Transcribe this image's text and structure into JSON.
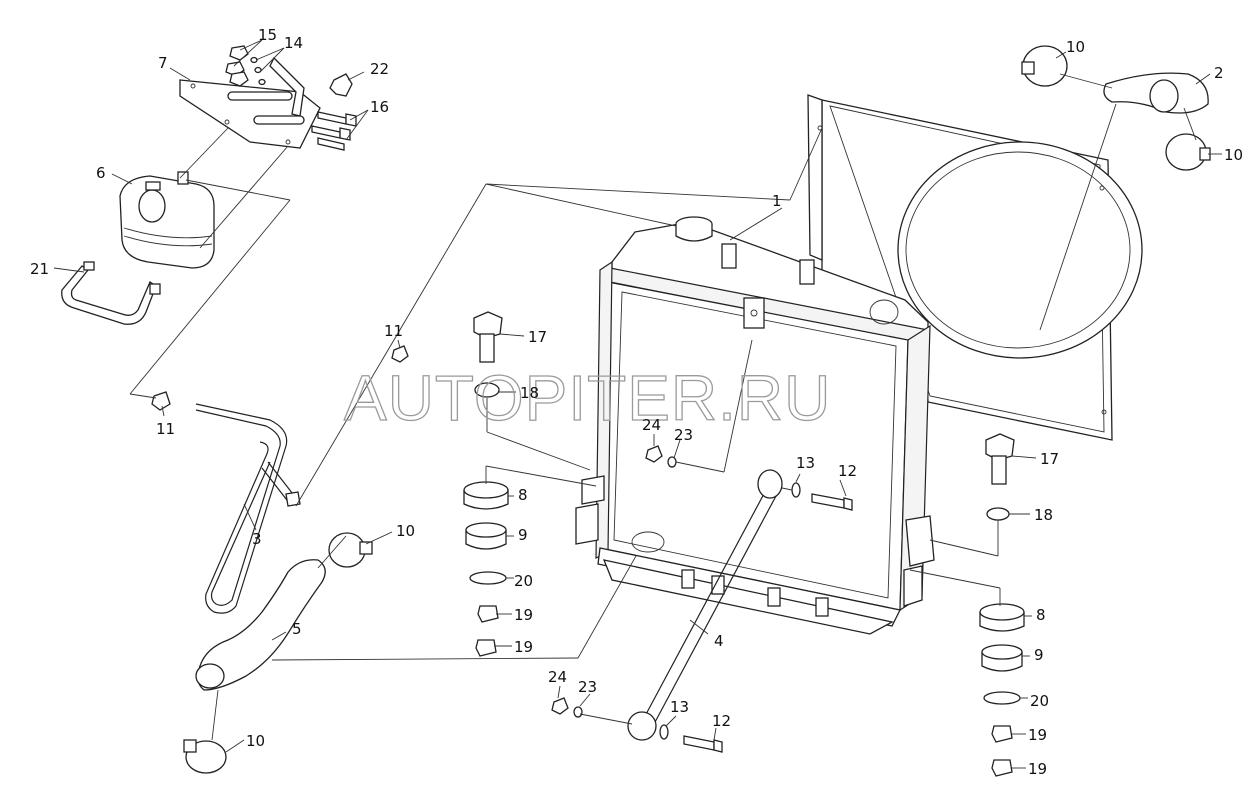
{
  "watermark": "AUTOPITER.RU",
  "callouts": [
    {
      "id": "c-1",
      "text": "1"
    },
    {
      "id": "c-2",
      "text": "2"
    },
    {
      "id": "c-3",
      "text": "3"
    },
    {
      "id": "c-4",
      "text": "4"
    },
    {
      "id": "c-5",
      "text": "5"
    },
    {
      "id": "c-6",
      "text": "6"
    },
    {
      "id": "c-7",
      "text": "7"
    },
    {
      "id": "c-8a",
      "text": "8"
    },
    {
      "id": "c-8b",
      "text": "8"
    },
    {
      "id": "c-9a",
      "text": "9"
    },
    {
      "id": "c-9b",
      "text": "9"
    },
    {
      "id": "c-10a",
      "text": "10"
    },
    {
      "id": "c-10b",
      "text": "10"
    },
    {
      "id": "c-10c",
      "text": "10"
    },
    {
      "id": "c-10d",
      "text": "10"
    },
    {
      "id": "c-11a",
      "text": "11"
    },
    {
      "id": "c-11b",
      "text": "11"
    },
    {
      "id": "c-12a",
      "text": "12"
    },
    {
      "id": "c-12b",
      "text": "12"
    },
    {
      "id": "c-13a",
      "text": "13"
    },
    {
      "id": "c-13b",
      "text": "13"
    },
    {
      "id": "c-14",
      "text": "14"
    },
    {
      "id": "c-15",
      "text": "15"
    },
    {
      "id": "c-16",
      "text": "16"
    },
    {
      "id": "c-17a",
      "text": "17"
    },
    {
      "id": "c-17b",
      "text": "17"
    },
    {
      "id": "c-18a",
      "text": "18"
    },
    {
      "id": "c-18b",
      "text": "18"
    },
    {
      "id": "c-19a",
      "text": "19"
    },
    {
      "id": "c-19b",
      "text": "19"
    },
    {
      "id": "c-19c",
      "text": "19"
    },
    {
      "id": "c-19d",
      "text": "19"
    },
    {
      "id": "c-20a",
      "text": "20"
    },
    {
      "id": "c-20b",
      "text": "20"
    },
    {
      "id": "c-21",
      "text": "21"
    },
    {
      "id": "c-22",
      "text": "22"
    },
    {
      "id": "c-23a",
      "text": "23"
    },
    {
      "id": "c-23b",
      "text": "23"
    },
    {
      "id": "c-24a",
      "text": "24"
    },
    {
      "id": "c-24b",
      "text": "24"
    }
  ]
}
